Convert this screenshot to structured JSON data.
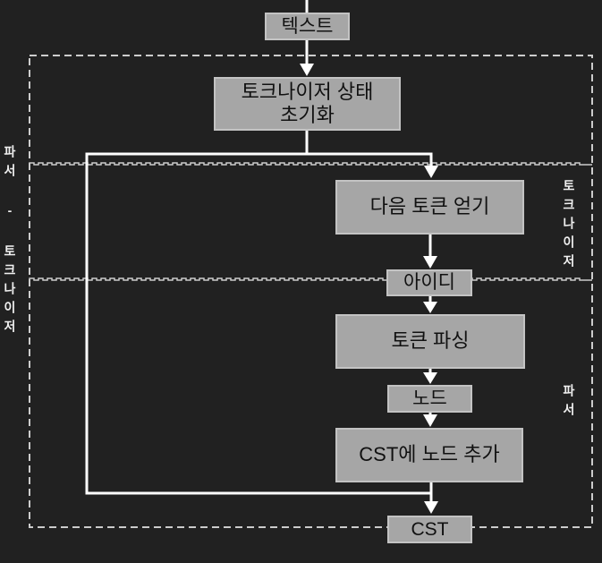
{
  "theme": {
    "bg": "#212121",
    "box-fill": "#a6a6a6",
    "box-border": "#c3c3c3",
    "box-text": "#111111",
    "line": "#ffffff",
    "dash": "#cccccc",
    "label": "#f0f0f0"
  },
  "nodes": {
    "text": {
      "label": "텍스트"
    },
    "init": {
      "label": "토크나이저 상태\n초기화"
    },
    "get_next_token": {
      "label": "다음 토큰 얻기"
    },
    "id": {
      "label": "아이디"
    },
    "parse_token": {
      "label": "토큰 파싱"
    },
    "node": {
      "label": "노드"
    },
    "add_node_to_cst": {
      "label": "CST에 노드 추가"
    },
    "cst": {
      "label": "CST"
    }
  },
  "section_labels": {
    "left": "파서 - 토크나이저",
    "right_top": "토크나이저",
    "right_bottom": "파서"
  }
}
